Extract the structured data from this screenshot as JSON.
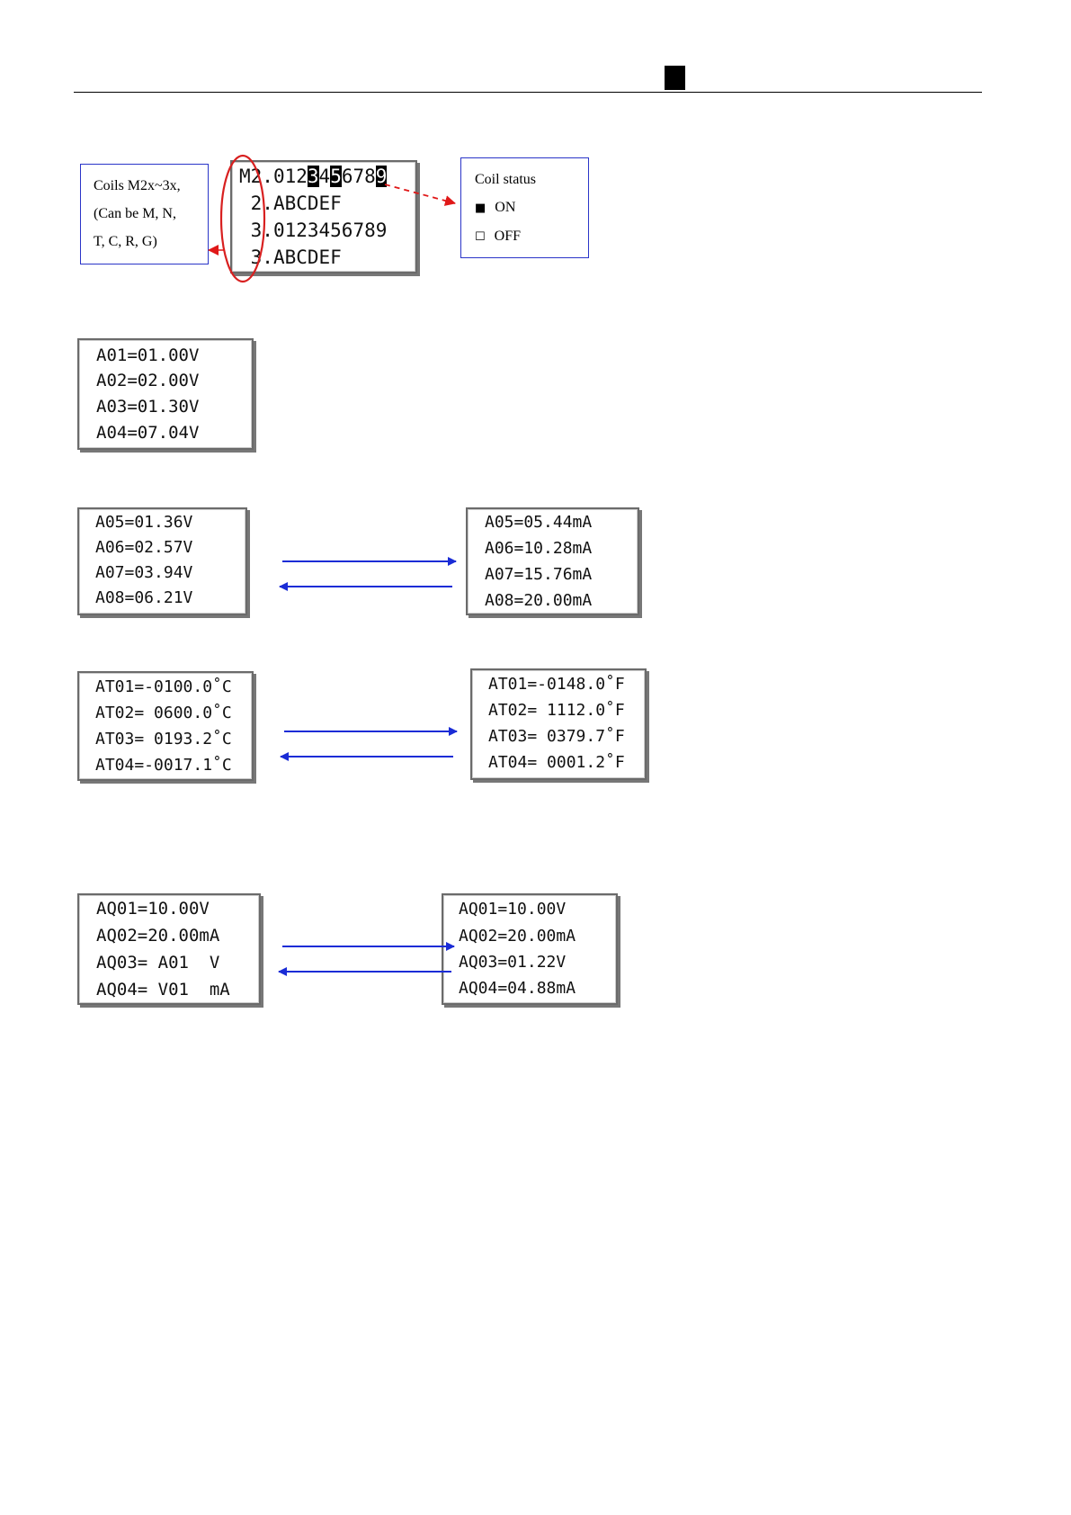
{
  "coil_note": {
    "lines": [
      "Coils M2x~3x,",
      "(Can  be  M,  N,",
      "T, C, R, G)"
    ]
  },
  "coil_display": {
    "rows": [
      {
        "prefix": "M2",
        "sep": ".",
        "segments": [
          {
            "t": "012",
            "inv": false
          },
          {
            "t": "3",
            "inv": true
          },
          {
            "t": "4",
            "inv": false
          },
          {
            "t": "5",
            "inv": true
          },
          {
            "t": "678",
            "inv": false
          },
          {
            "t": "9",
            "inv": true
          }
        ]
      },
      {
        "prefix": " 2",
        "sep": ".",
        "segments": [
          {
            "t": "ABCDEF",
            "inv": false
          }
        ]
      },
      {
        "prefix": " 3",
        "sep": ".",
        "segments": [
          {
            "t": "0123456789",
            "inv": false
          }
        ]
      },
      {
        "prefix": " 3",
        "sep": ".",
        "segments": [
          {
            "t": "ABCDEF",
            "inv": false
          }
        ]
      }
    ]
  },
  "coil_legend": {
    "title": "Coil status",
    "on": {
      "symbol": "■",
      "label": "ON"
    },
    "off": {
      "symbol": "☐",
      "label": "OFF"
    }
  },
  "ai_block_1": [
    "A01=01.00V",
    "A02=02.00V",
    "A03=01.30V",
    "A04=07.04V"
  ],
  "ai_block_2": {
    "left": [
      "A05=01.36V",
      "A06=02.57V",
      "A07=03.94V",
      "A08=06.21V"
    ],
    "right": [
      "A05=05.44mA",
      "A06=10.28mA",
      "A07=15.76mA",
      "A08=20.00mA"
    ]
  },
  "temp_block": {
    "left": [
      "AT01=-0100.0˚C",
      "AT02= 0600.0˚C",
      "AT03= 0193.2˚C",
      "AT04=-0017.1˚C"
    ],
    "right": [
      "AT01=-0148.0˚F",
      "AT02= 1112.0˚F",
      "AT03= 0379.7˚F",
      "AT04= 0001.2˚F"
    ]
  },
  "aq_block": {
    "left": [
      "AQ01=10.00V",
      "AQ02=20.00mA",
      "AQ03= A01  V",
      "AQ04= V01  mA"
    ],
    "right": [
      "AQ01=10.00V",
      "AQ02=20.00mA",
      "AQ03=01.22V",
      "AQ04=04.88mA"
    ]
  },
  "colors": {
    "callout_border": "#2a35c8",
    "arrow_blue": "#1a2cd6",
    "arrow_red": "#e01818"
  }
}
